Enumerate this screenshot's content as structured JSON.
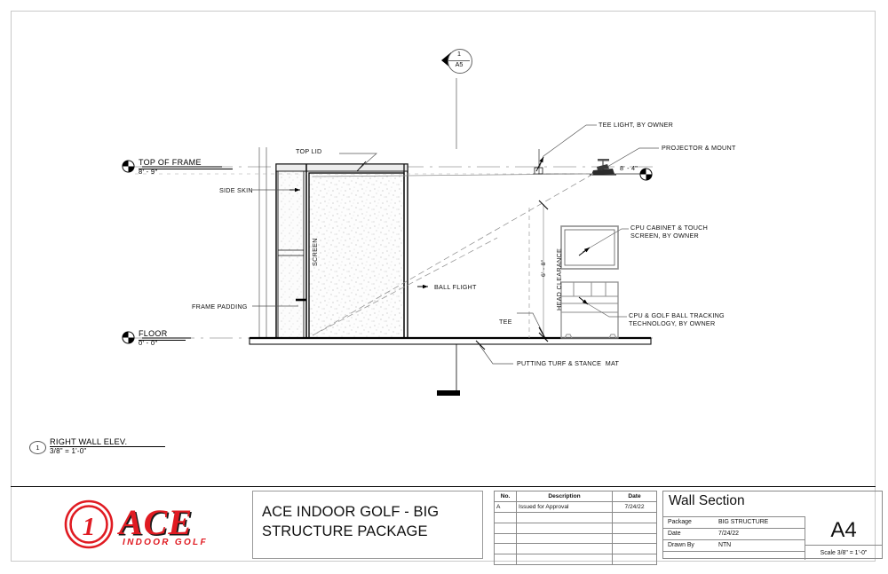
{
  "sheet": {
    "drawing_type": "architectural-elevation"
  },
  "section_marker": {
    "number": "1",
    "sheet": "A5"
  },
  "elevations": [
    {
      "name": "TOP OF FRAME",
      "value": "8' - 9\""
    },
    {
      "name": "FLOOR",
      "value": "0' - 0\""
    }
  ],
  "projector_elevation": "8' - 4\"",
  "head_clearance": {
    "dimension": "6' - 8\"",
    "label": "HEAD CLEARANCE"
  },
  "annotations": {
    "top_lid": "TOP LID",
    "side_skin": "SIDE SKIN",
    "screen": "SCREEN",
    "frame_padding": "FRAME PADDING",
    "ball_flight": "BALL FLIGHT",
    "tee": "TEE",
    "tee_light": "TEE LIGHT, BY OWNER",
    "projector_mount": "PROJECTOR & MOUNT",
    "cpu_cabinet": "CPU CABINET & TOUCH\nSCREEN, BY OWNER",
    "cpu_tracking": "CPU & GOLF BALL TRACKING\nTECHNOLOGY, BY OWNER",
    "putting_turf": "PUTTING TURF & STANCE  MAT"
  },
  "view_title": {
    "number": "1",
    "name": "RIGHT WALL ELEV.",
    "scale": "3/8\" = 1'-0\""
  },
  "logo": {
    "mark": "1",
    "name": "ACE",
    "tagline": "INDOOR GOLF",
    "color": "#e01b22"
  },
  "project": {
    "title": "ACE INDOOR GOLF - BIG\nSTRUCTURE PACKAGE"
  },
  "revisions": {
    "headers": [
      "No.",
      "Description",
      "Date"
    ],
    "rows": [
      {
        "no": "A",
        "description": "Issued for Approval",
        "date": "7/24/22"
      },
      {
        "no": "",
        "description": "",
        "date": ""
      },
      {
        "no": "",
        "description": "",
        "date": ""
      },
      {
        "no": "",
        "description": "",
        "date": ""
      },
      {
        "no": "",
        "description": "",
        "date": ""
      },
      {
        "no": "",
        "description": "",
        "date": ""
      }
    ]
  },
  "sheet_info": {
    "name": "Wall Section",
    "fields": [
      {
        "key": "Package",
        "value": "BIG STRUCTURE"
      },
      {
        "key": "Date",
        "value": "7/24/22"
      },
      {
        "key": "Drawn By",
        "value": "NTN"
      }
    ],
    "number": "A4",
    "scale": "Scale  3/8\" = 1'-0\""
  }
}
